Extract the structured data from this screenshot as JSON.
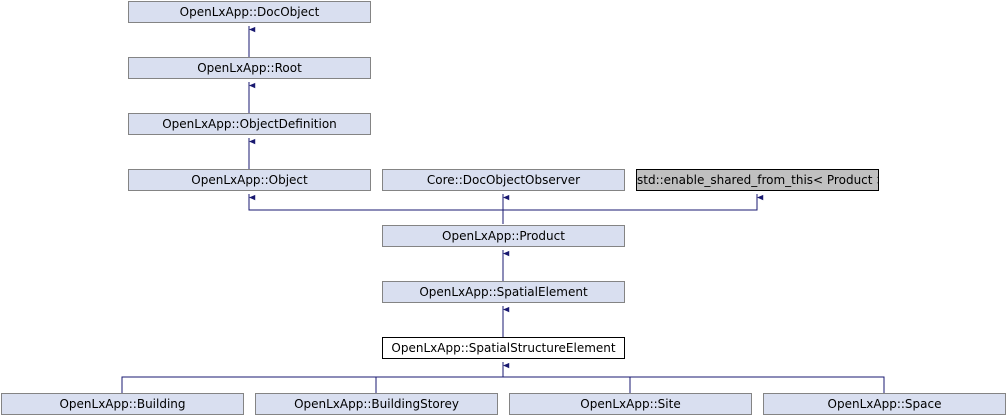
{
  "colors": {
    "node_fill": "#d9dff0",
    "node_border": "#848484",
    "current_fill": "#ffffff",
    "external_fill": "#c0c0c0",
    "edge": "#191970"
  },
  "nodes": {
    "doc_object": "OpenLxApp::DocObject",
    "root": "OpenLxApp::Root",
    "object_definition": "OpenLxApp::ObjectDefinition",
    "object": "OpenLxApp::Object",
    "doc_object_observer": "Core::DocObjectObserver",
    "enable_shared_from_this": "std::enable_shared_from_this< Product >",
    "product": "OpenLxApp::Product",
    "spatial_element": "OpenLxApp::SpatialElement",
    "spatial_structure_element": "OpenLxApp::SpatialStructureElement",
    "building": "OpenLxApp::Building",
    "building_storey": "OpenLxApp::BuildingStorey",
    "site": "OpenLxApp::Site",
    "space": "OpenLxApp::Space"
  }
}
